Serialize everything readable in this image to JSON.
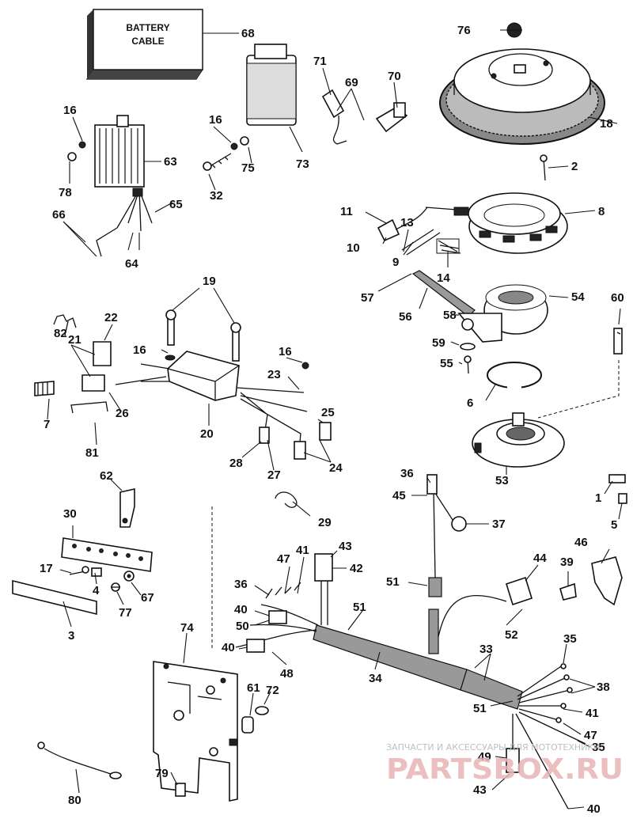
{
  "battery_cable_box": {
    "line1": "BATTERY",
    "line2": "CABLE"
  },
  "labels": {
    "l68": "68",
    "l76": "76",
    "l18": "18",
    "l71": "71",
    "l69": "69",
    "l70": "70",
    "l16a": "16",
    "l63": "63",
    "l78": "78",
    "l16b": "16",
    "l75": "75",
    "l73": "73",
    "l32": "32",
    "l66": "66",
    "l65": "65",
    "l64": "64",
    "l2": "2",
    "l8": "8",
    "l11": "11",
    "l13": "13",
    "l10": "10",
    "l9": "9",
    "l14": "14",
    "l19": "19",
    "l57": "57",
    "l56": "56",
    "l54": "54",
    "l58": "58",
    "l60": "60",
    "l22": "22",
    "l82": "82",
    "l21": "21",
    "l16c": "16",
    "l16d": "16",
    "l59": "59",
    "l55": "55",
    "l23": "23",
    "l7": "7",
    "l26": "26",
    "l6": "6",
    "l20": "20",
    "l25": "25",
    "l81": "81",
    "l28": "28",
    "l24": "24",
    "l27": "27",
    "l53": "53",
    "l36a": "36",
    "l62": "62",
    "l45": "45",
    "l1": "1",
    "l5": "5",
    "l29": "29",
    "l37": "37",
    "l30": "30",
    "l43a": "43",
    "l46": "46",
    "l41a": "41",
    "l47a": "47",
    "l42": "42",
    "l44": "44",
    "l39": "39",
    "l17": "17",
    "l4": "4",
    "l67": "67",
    "l36b": "36",
    "l51a": "51",
    "l40a": "40",
    "l51b": "51",
    "l77": "77",
    "l3": "3",
    "l50": "50",
    "l52": "52",
    "l74": "74",
    "l40b": "40",
    "l35a": "35",
    "l48": "48",
    "l33": "33",
    "l34": "34",
    "l38": "38",
    "l61": "61",
    "l72": "72",
    "l51c": "51",
    "l41b": "41",
    "l47b": "47",
    "l35b": "35",
    "l49": "49",
    "l79": "79",
    "l80": "80",
    "l43b": "43",
    "l40c": "40"
  },
  "watermark": {
    "line1": "ЗАПЧАСТИ И АКСЕССУАРЫ ДЛЯ МОТОТЕХНИКИ",
    "brand": "PARTSBOX.RU"
  }
}
